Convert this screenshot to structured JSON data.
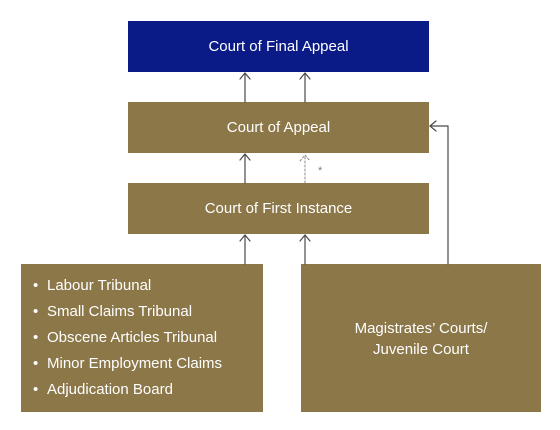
{
  "nodes": {
    "final_appeal": "Court of Final Appeal",
    "appeal": "Court of Appeal",
    "first_instance": "Court of First Instance",
    "tribunals": [
      "Labour Tribunal",
      "Small Claims Tribunal",
      "Obscene Articles Tribunal",
      "Minor Employment Claims",
      "Adjudication Board"
    ],
    "magistrates_line1": "Magistrates’ Courts/",
    "magistrates_line2": "Juvenile Court"
  },
  "bullet": "•",
  "footnote_marker": "*",
  "colors": {
    "navy": "#0a1a86",
    "olive": "#8c7748",
    "arrow": "#4a4a4a",
    "dotted": "#8a8a8a"
  }
}
